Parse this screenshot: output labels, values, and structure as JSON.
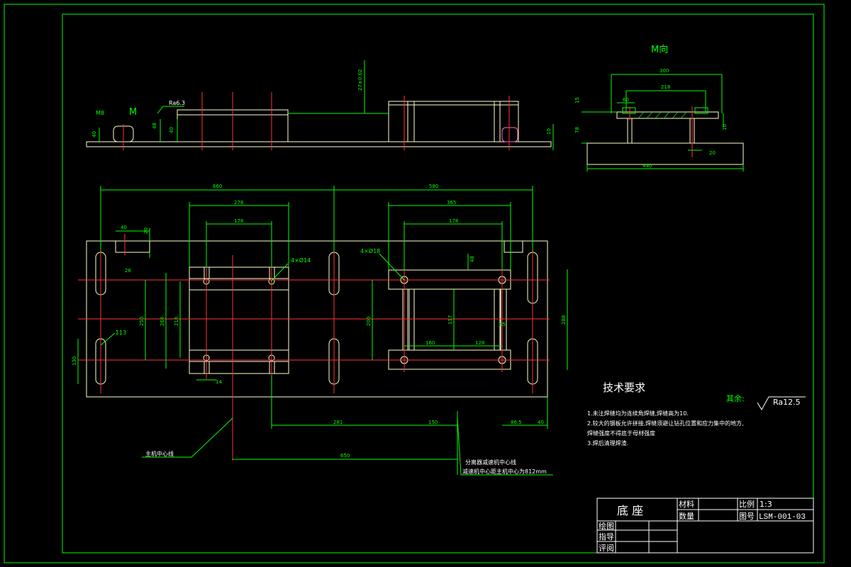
{
  "colors": {
    "background": "#000000",
    "frame": "#00ff00",
    "outline": "#ffffcc",
    "dimension": "#00ff00",
    "centerline": "#ff3333",
    "title_text": "#ffffff"
  },
  "top_view": {
    "label_m": "M",
    "label_m_value": "M8",
    "roughness": "Ra6.3",
    "dim_40_a": "40",
    "dim_40_b": "40",
    "dim_48": "48",
    "dim_27": "27±0.02",
    "dim_10": "10"
  },
  "m_view": {
    "title": "M向",
    "dim_300": "300",
    "dim_218": "218",
    "dim_60": "60",
    "dim_15": "15",
    "dim_78": "78",
    "dim_10": "10",
    "dim_20": "20",
    "dim_440": "440"
  },
  "plan_view": {
    "dim_660": "660",
    "dim_580": "580",
    "dim_278": "278",
    "dim_178_left": "178",
    "dim_365": "365",
    "dim_178_right": "178",
    "dim_40": "40",
    "dim_20": "20",
    "dim_26": "26",
    "dim_250": "250",
    "dim_266": "266",
    "dim_216": "216",
    "dim_200": "200",
    "dim_117": "117",
    "dim_288": "288",
    "dim_48": "48",
    "dim_65": "65",
    "dim_160": "160",
    "dim_128": "128",
    "dim_14": "14",
    "dim_130": "130",
    "hole_left": "4×Ø14",
    "hole_right": "4×Ø18",
    "slot": "Σ13",
    "dim_281": "281",
    "dim_150": "150",
    "dim_86_5": "86.5",
    "dim_40_bottom": "40",
    "dim_650": "650",
    "note_main_center": "主机中心线",
    "note_separator_1": "分离器减速机中心线",
    "note_separator_2": "减速机中心距主机中心为812mm"
  },
  "tech": {
    "heading": "技术要求",
    "rest_label": "其余:",
    "rest_value": "Ra12.5",
    "line1": "1.未注焊缝均为连续角焊缝,焊缝高为10.",
    "line2": "2.较大的钢板允许拼接,焊缝须避让钻孔位置和应力集中的地方,",
    "line3": "焊缝强度不得底于母材强度",
    "line4": "3.焊后清理焊渣."
  },
  "title_block": {
    "part_name": "底 座",
    "material_label": "材料",
    "quantity_label": "数量",
    "scale_label": "比例",
    "scale_value": "1:3",
    "drawing_no_label": "图号",
    "drawing_no_value": "LSM-001-03",
    "draw_label": "绘图",
    "guide_label": "指导",
    "review_label": "评阅"
  }
}
